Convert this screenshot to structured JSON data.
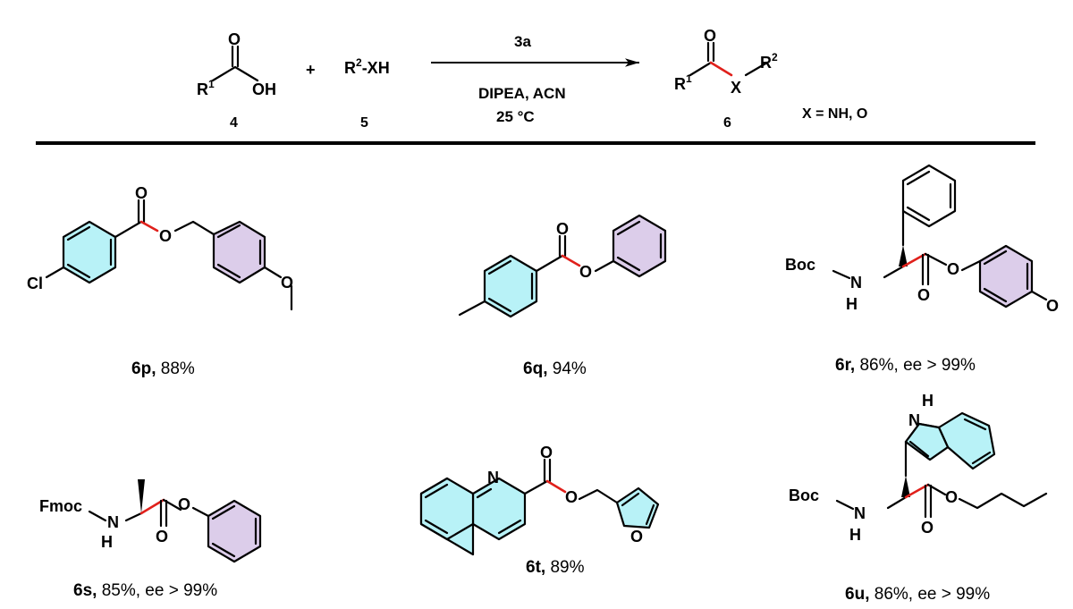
{
  "reaction": {
    "reactant1": {
      "r_group": "R",
      "r_sup": "1",
      "carbonyl_o": "O",
      "hydroxyl": "OH",
      "number": "4"
    },
    "plus": "+",
    "reactant2": {
      "r_group": "R",
      "r_sup": "2",
      "suffix": "-XH",
      "number": "5"
    },
    "reagent": "3a",
    "conditions_line1": "DIPEA, ACN",
    "conditions_line2": "25 °C",
    "product": {
      "r1": "R",
      "r1_sup": "1",
      "carbonyl_o": "O",
      "x": "X",
      "r2": "R",
      "r2_sup": "2",
      "number": "6"
    },
    "x_definition": "X = NH, O"
  },
  "colors": {
    "blue_ring": "#b8f2f7",
    "purple_ring": "#dccdea",
    "new_bond": "#e0201b"
  },
  "compounds": [
    {
      "id": "6p",
      "caption_rest": " 88%",
      "atoms": {
        "cl": "Cl",
        "o1": "O",
        "o2": "O",
        "o3": "O"
      }
    },
    {
      "id": "6q",
      "caption_rest": " 94%",
      "atoms": {
        "o1": "O",
        "o2": "O"
      }
    },
    {
      "id": "6r",
      "caption_rest": " 86%, ee > 99%",
      "atoms": {
        "boc": "Boc",
        "n": "N",
        "h": "H",
        "o1": "O",
        "o2": "O",
        "o3": "O"
      }
    },
    {
      "id": "6s",
      "caption_rest": " 85%, ee > 99%",
      "atoms": {
        "fmoc": "Fmoc",
        "n": "N",
        "h": "H",
        "o1": "O",
        "o2": "O"
      }
    },
    {
      "id": "6t",
      "caption_rest": " 89%",
      "atoms": {
        "n": "N",
        "o1": "O",
        "o2": "O",
        "o3": "O"
      }
    },
    {
      "id": "6u",
      "caption_rest": " 86%, ee > 99%",
      "atoms": {
        "nh_h": "H",
        "nh_n": "N",
        "boc": "Boc",
        "n": "N",
        "h": "H",
        "o1": "O",
        "o2": "O"
      }
    }
  ]
}
